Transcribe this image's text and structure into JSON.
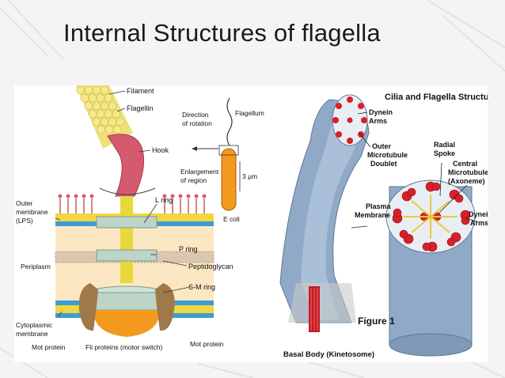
{
  "slide": {
    "title": "Internal Structures of flagella"
  },
  "left_diagram": {
    "labels": {
      "filament": "Filament",
      "flagellin": "Flagellin",
      "hook": "Hook",
      "l_ring": "L ring",
      "p_ring": "P ring",
      "peptidoglycan": "Peptidoglycan",
      "sm_ring": "S-M ring",
      "outer_membrane_1": "Outer",
      "outer_membrane_2": "membrane",
      "outer_membrane_3": "(LPS)",
      "periplasm": "Periplasm",
      "cytoplasmic_1": "Cytoplasmic",
      "cytoplasmic_2": "membrane",
      "mot_protein_left": "Mot protein",
      "fli_proteins": "Fli proteins (motor switch)",
      "mot_protein_right": "Mot protein",
      "direction_1": "Direction",
      "direction_2": "of rotation",
      "flagellum": "Flagellum",
      "enlargement_1": "Enlargement",
      "enlargement_2": "of region",
      "scale": "3 μm",
      "ecoli": "E coli"
    }
  },
  "right_diagram": {
    "labels": {
      "title": "Cilia and Flagella Structure",
      "dynein_top_1": "Dynein",
      "dynein_top_2": "Arms",
      "outer_mt_1": "Outer",
      "outer_mt_2": "Microtubule",
      "outer_mt_3": "Doublet",
      "radial_1": "Radial",
      "radial_2": "Spoke",
      "central_1": "Central",
      "central_2": "Microtubule",
      "central_3": "(Axoneme)",
      "plasma_1": "Plasma",
      "plasma_2": "Membrane",
      "dynein_right_1": "Dynein",
      "dynein_right_2": "Arms",
      "figure": "Figure 1",
      "basal_body": "Basal Body (Kinetosome)"
    }
  },
  "colors": {
    "filament": "#efe07a",
    "hook": "#d65a6e",
    "ring": "#bcd5c8",
    "rod": "#e8d83a",
    "membrane_blue": "#3f9bd6",
    "membrane_yellow": "#f0d640",
    "periplasm": "#fbe8c2",
    "fli": "#f39a1e",
    "mot": "#a0794a",
    "tube": "#8fa9c6",
    "doublet_red": "#d9202a"
  }
}
